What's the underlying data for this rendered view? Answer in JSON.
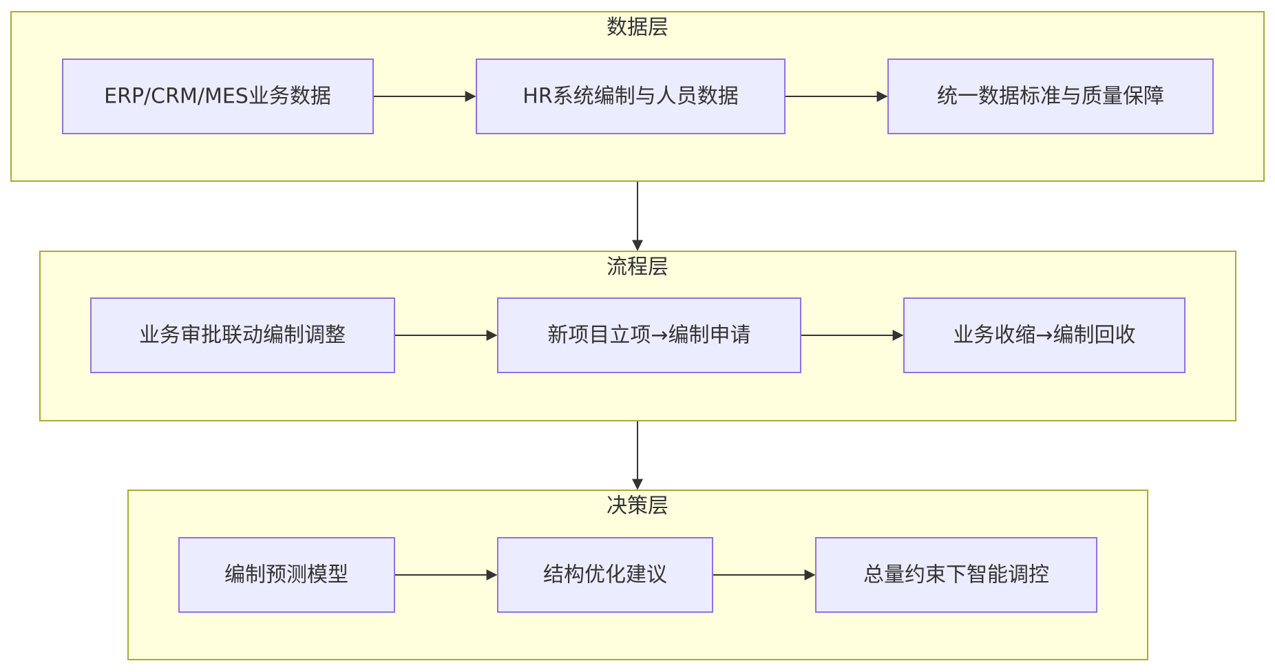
{
  "colors": {
    "layer_fill": "#ffffde",
    "layer_stroke": "#aaaa33",
    "node_fill": "#ececff",
    "node_stroke": "#9370db",
    "text": "#333333",
    "edge": "#333333"
  },
  "layers": [
    {
      "title": "数据层",
      "nodes": [
        {
          "label": "ERP/CRM/MES业务数据"
        },
        {
          "label": "HR系统编制与人员数据"
        },
        {
          "label": "统一数据标准与质量保障"
        }
      ]
    },
    {
      "title": "流程层",
      "nodes": [
        {
          "label": "业务审批联动编制调整"
        },
        {
          "label": "新项目立项→编制申请"
        },
        {
          "label": "业务收缩→编制回收"
        }
      ]
    },
    {
      "title": "决策层",
      "nodes": [
        {
          "label": "编制预测模型"
        },
        {
          "label": "结构优化建议"
        },
        {
          "label": "总量约束下智能调控"
        }
      ]
    }
  ],
  "edges": [
    {
      "from": "layer-0-node-0",
      "to": "layer-0-node-1"
    },
    {
      "from": "layer-0-node-1",
      "to": "layer-0-node-2"
    },
    {
      "from": "layer-1-node-0",
      "to": "layer-1-node-1"
    },
    {
      "from": "layer-1-node-1",
      "to": "layer-1-node-2"
    },
    {
      "from": "layer-2-node-0",
      "to": "layer-2-node-1"
    },
    {
      "from": "layer-2-node-1",
      "to": "layer-2-node-2"
    },
    {
      "from": "layer-0",
      "to": "layer-1"
    },
    {
      "from": "layer-1",
      "to": "layer-2"
    }
  ]
}
